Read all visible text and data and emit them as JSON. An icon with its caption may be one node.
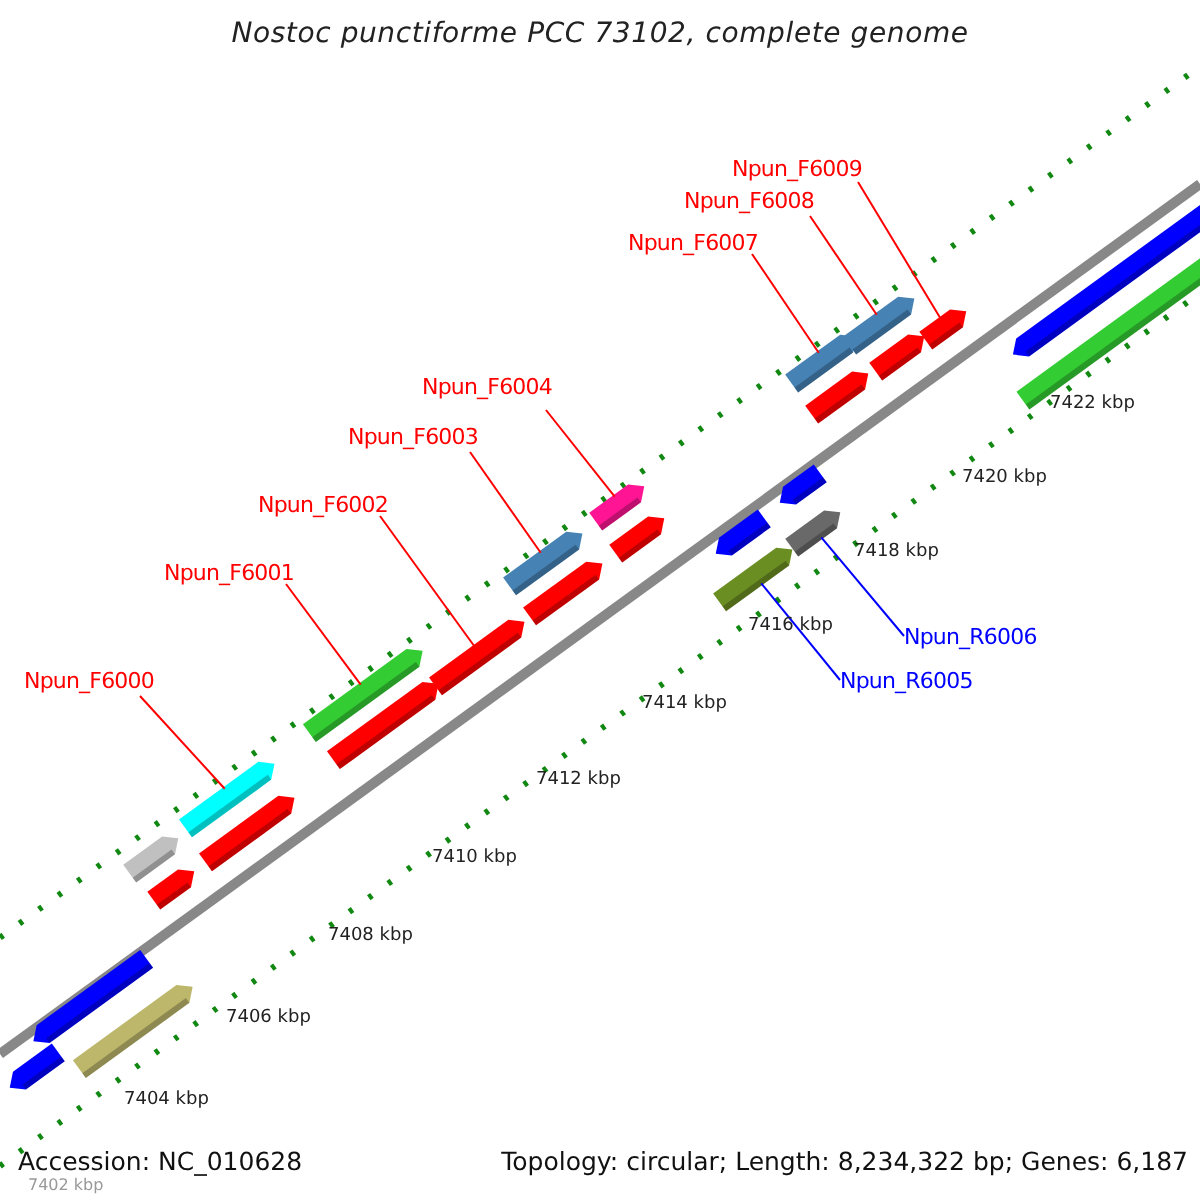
{
  "diagram": {
    "title": "Nostoc punctiforme PCC 73102, complete genome",
    "nodes": [
      {
        "text": [
          "Npun_F6000"
        ]
      },
      {
        "text": [
          "Npun_F6001"
        ]
      },
      {
        "text": [
          "Npun_F6002"
        ]
      },
      {
        "text": [
          "Npun_F6003"
        ]
      },
      {
        "text": [
          "Npun_F6004"
        ]
      },
      {
        "text": [
          "Npun_F6007"
        ]
      },
      {
        "text": [
          "Npun_F6008"
        ]
      },
      {
        "text": [
          "Npun_F6009"
        ]
      },
      {
        "text": [
          "Npun_R6005"
        ]
      },
      {
        "text": [
          "Npun_R6006"
        ]
      },
      {
        "text": [],
        "shape": "bar"
      },
      {
        "text": [],
        "shape": "bar"
      },
      {
        "text": [],
        "shape": "bar"
      },
      {
        "text": [],
        "shape": "bar"
      },
      {
        "text": [],
        "shape": "bar"
      },
      {
        "text": [],
        "shape": "bar"
      },
      {
        "text": [],
        "shape": "bar"
      },
      {
        "text": [],
        "shape": "bar"
      },
      {
        "text": [],
        "shape": "bar"
      },
      {
        "text": [],
        "shape": "bar"
      },
      {
        "text": [],
        "shape": "bar"
      },
      {
        "text": [],
        "shape": "bar"
      },
      {
        "text": [],
        "shape": "bar"
      },
      {
        "text": [],
        "shape": "bar"
      },
      {
        "text": [],
        "shape": "bar"
      },
      {
        "text": [],
        "shape": "bar"
      },
      {
        "text": [],
        "shape": "bar"
      },
      {
        "text": [],
        "shape": "bar"
      },
      {
        "text": [],
        "shape": "bar"
      },
      {
        "text": [],
        "shape": "bar"
      },
      {
        "text": [],
        "shape": "bar"
      },
      {
        "text": [],
        "shape": "bar"
      },
      {
        "text": [],
        "shape": "bar"
      },
      {
        "text": [],
        "shape": "bar"
      },
      {
        "text": [],
        "shape": "bar"
      }
    ],
    "edges": [
      {
        "from": 0,
        "to": 15,
        "arrow": "none",
        "color": "#ff0000"
      },
      {
        "from": 1,
        "to": 17,
        "arrow": "none",
        "color": "#ff0000"
      },
      {
        "from": 2,
        "to": 19,
        "arrow": "none",
        "color": "#ff0000"
      },
      {
        "from": 3,
        "to": 20,
        "arrow": "none",
        "color": "#ff0000"
      },
      {
        "from": 4,
        "to": 22,
        "arrow": "none",
        "color": "#ff0000"
      },
      {
        "from": 5,
        "to": 28,
        "arrow": "none",
        "color": "#ff0000"
      },
      {
        "from": 6,
        "to": 30,
        "arrow": "none",
        "color": "#ff0000"
      },
      {
        "from": 7,
        "to": 32,
        "arrow": "none",
        "color": "#ff0000"
      },
      {
        "from": 8,
        "to": 25,
        "arrow": "none",
        "color": "#0000ff"
      },
      {
        "from": 9,
        "to": 27,
        "arrow": "none",
        "color": "#0000ff"
      }
    ],
    "labels": [
      "7422 kbp",
      "7420 kbp",
      "7418 kbp",
      "7416 kbp",
      "7414 kbp",
      "7412 kbp",
      "7410 kbp",
      "7408 kbp",
      "7406 kbp",
      "7404 kbp",
      "7402 kbp",
      "Accession: NC_010628",
      "Topology: circular; Length: 8,234,322 bp; Genes: 6,187"
    ]
  }
}
